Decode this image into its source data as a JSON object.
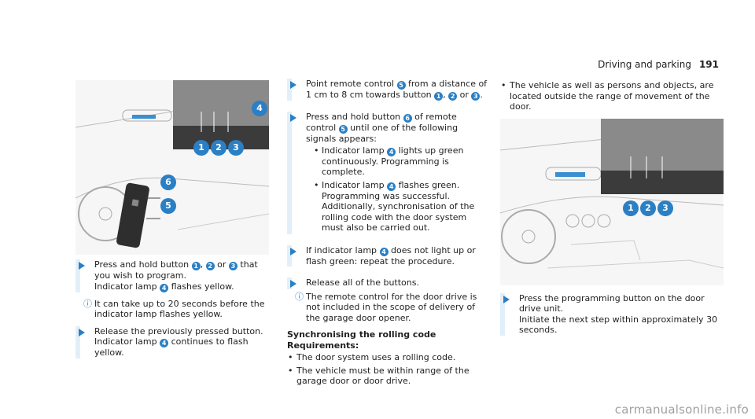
{
  "header": {
    "section": "Driving and parking",
    "page_number": "191"
  },
  "col1": {
    "step1": {
      "pre": "Press and hold button ",
      "n1": "1",
      "sep1": ", ",
      "n2": "2",
      "sep2": " or ",
      "n3": "3",
      "post": " that you wish to program.",
      "line2_pre": "Indicator lamp ",
      "n4": "4",
      "line2_post": " flashes yellow."
    },
    "note1": "It can take up to 20 seconds before the indicator lamp flashes yellow.",
    "step2": {
      "line1": "Release the previously pressed button.",
      "line2_pre": "Indicator lamp ",
      "n4": "4",
      "line2_post": " continues to flash yellow."
    }
  },
  "col2": {
    "step1": {
      "pre": "Point remote control ",
      "n5": "5",
      "mid": " from a distance of 1 cm to 8 cm towards button ",
      "n1": "1",
      "sep1": ", ",
      "n2": "2",
      "sep2": " or ",
      "n3": "3",
      "post": "."
    },
    "step2": {
      "pre": "Press and hold button ",
      "n6": "6",
      "mid": " of remote control ",
      "n5": "5",
      "post": " until one of the following signals appears:",
      "b1_pre": "Indicator lamp ",
      "b1_n": "4",
      "b1_post": " lights up green continuously. Programming is complete.",
      "b2_pre": "Indicator lamp ",
      "b2_n": "4",
      "b2_post": " flashes green. Programming was successful. Additionally, synchronisation of the rolling code with the door system must also be carried out."
    },
    "step3": {
      "pre": "If indicator lamp ",
      "n4": "4",
      "post": " does not light up or flash green: repeat the procedure."
    },
    "step4": {
      "text": "Release all of the buttons."
    },
    "note1": "The remote control for the door drive is not included in the scope of delivery of the garage door opener.",
    "subheading": "Synchronising the rolling code",
    "requirements": "Requirements:",
    "req_items": [
      "The door system uses a rolling code.",
      "The vehicle must be within range of the garage door or door drive."
    ]
  },
  "col3": {
    "req_items": [
      "The vehicle as well as persons and objects, are located outside the range of movement of the door."
    ],
    "step1": {
      "line1": "Press the programming button on the door drive unit.",
      "line2": "Initiate the next step within approximately 30 seconds."
    }
  },
  "figure_callouts": {
    "c1": "1",
    "c2": "2",
    "c3": "3",
    "c4": "4",
    "c5": "5",
    "c6": "6"
  },
  "watermark": "carmanualsonline.info",
  "colors": {
    "accent": "#2b7fc4",
    "stepbar": "#e2eff9"
  }
}
